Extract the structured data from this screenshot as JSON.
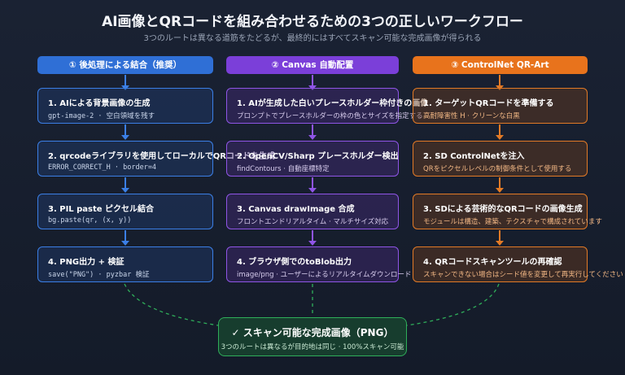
{
  "title": "AI画像とQRコードを組み合わせるための3つの正しいワークフロー",
  "subtitle": "3つのルートは異なる道筋をたどるが、最終的にはすべてスキャン可能な完成画像が得られる",
  "columns": [
    {
      "header": "① 後処理による結合（推奨）",
      "color": "#3b7fe6",
      "steps": [
        {
          "title": "1. AIによる背景画像の生成",
          "sub": "gpt-image-2 · 空白領域を残す"
        },
        {
          "title": "2. qrcodeライブラリを使用してローカルでQRコードを生成",
          "sub": "ERROR_CORRECT_H · border=4"
        },
        {
          "title": "3. PIL paste ピクセル結合",
          "sub": "bg.paste(qr, (x, y))"
        },
        {
          "title": "4. PNG出力 + 検証",
          "sub": "save(\"PNG\") · pyzbar 検証"
        }
      ]
    },
    {
      "header": "② Canvas 自動配置",
      "color": "#8f55e6",
      "steps": [
        {
          "title": "1. AIが生成した白いプレースホルダー枠付きの画像",
          "sub": "プロンプトでプレースホルダーの枠の色とサイズを指定する"
        },
        {
          "title": "2. OpenCV/Sharp プレースホルダー検出",
          "sub": "findContours · 自動座標特定"
        },
        {
          "title": "3. Canvas drawImage 合成",
          "sub": "フロントエンドリアルタイム · マルチサイズ対応"
        },
        {
          "title": "4. ブラウザ側でのtoBlob出力",
          "sub": "image/png · ユーザーによるリアルタイムダウンロード"
        }
      ]
    },
    {
      "header": "③ ControlNet QR-Art",
      "color": "#e27a26",
      "steps": [
        {
          "title": "1. ターゲットQRコードを準備する",
          "sub": "高耐障害性 H · クリーンな白黒"
        },
        {
          "title": "2. SD ControlNetを注入",
          "sub": "QRをピクセルレベルの制御条件として使用する"
        },
        {
          "title": "3. SDによる芸術的なQRコードの画像生成",
          "sub": "モジュールは構造、建築、テクスチャで構成されています"
        },
        {
          "title": "4. QRコードスキャンツールの再確認",
          "sub": "スキャンできない場合はシード値を変更して再実行してください"
        }
      ]
    }
  ],
  "result": {
    "title": "✓ スキャン可能な完成画像（PNG）",
    "sub": "3つのルートは異なるが目的地は同じ · 100%スキャン可能"
  }
}
